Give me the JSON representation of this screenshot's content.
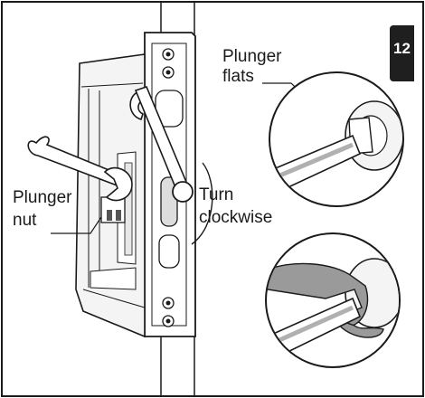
{
  "step_number": "12",
  "labels": {
    "plunger_flats_line1": "Plunger",
    "plunger_flats_line2": "flats",
    "plunger_nut_line1": "Plunger",
    "plunger_nut_line2": "nut",
    "turn_line1": "Turn",
    "turn_line2": "clockwise"
  },
  "colors": {
    "line": "#1a1a1a",
    "gray_fill": "#9a9a9a",
    "light_fill": "#e6e6e6",
    "badge": "#1f1f1f"
  }
}
